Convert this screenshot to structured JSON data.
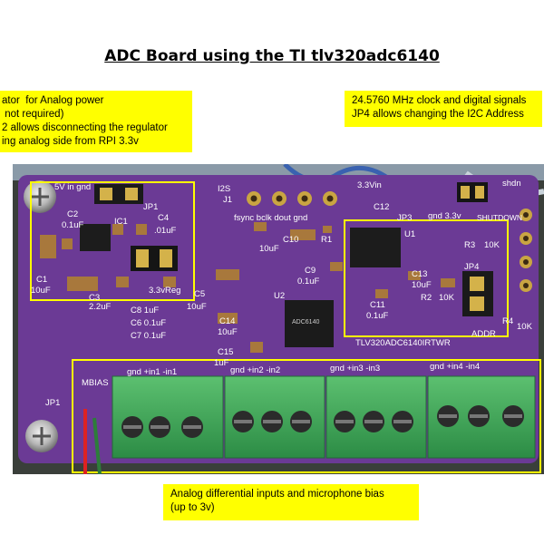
{
  "title": "ADC Board using the TI tlv320adc6140",
  "notes": {
    "left": "ator  for Analog power\n not required)\n2 allows disconnecting the regulator\ning analog side from RPI 3.3v",
    "right": "24.5760 MHz clock and digital signals\nJP4 allows changing the I2C Address",
    "bottom": "Analog differential inputs and microphone bias\n(up to 3v)"
  },
  "pcb": {
    "top_left": "5V  in       gnd",
    "jp1": "JP1",
    "c2": "C2",
    "c2_val": "0.1uF",
    "ic1": "IC1",
    "c4": "C4",
    "c4_val": ".01uF",
    "c1": "C1",
    "c1_val": "10uF",
    "c3": "C3",
    "c3_val": "2.2uF",
    "reg": "3.3vReg",
    "i2s": "I2S",
    "j1": "J1",
    "header_pins": "fsync bclk dout gnd",
    "r1": "R1",
    "c10": "C10",
    "c10_val": "10uF",
    "c9": "C9",
    "c9_val": "0.1uF",
    "c5": "C5",
    "c5_val": "10uF",
    "c8": "C8 1uF",
    "c6": "C6 0.1uF",
    "c7": "C7 0.1uF",
    "u2": "U2",
    "c14": "C14",
    "c14_val": "10uF",
    "c15": "C15",
    "c15_val": "1uF",
    "c12": "C12",
    "v33in": "3.3Vin",
    "jp3": "JP3",
    "gnd_33v": "gnd  3.3v",
    "shutdown": "SHUTDOWN",
    "shdn": "shdn",
    "u1": "U1",
    "r3": "R3",
    "r3_val": "10K",
    "jp4": "JP4",
    "c13": "C13",
    "c13_val": "10uF",
    "r2": "R2",
    "r2_val": "10K",
    "c11": "C11",
    "c11_val": "0.1uF",
    "addr": "ADDR",
    "r4": "R4",
    "r4_val": "10K",
    "part_no": "TLV320ADC6140IRTWR",
    "chip_text": "ADC6140",
    "mbias": "MBIAS",
    "jp1b": "JP1",
    "input_labels": [
      "gnd  +in1  -in1",
      "gnd  +in2  -in2",
      "gnd  +in3  -in3",
      "gnd  +in4  -in4"
    ]
  },
  "colors": {
    "pcb": "#6b3a95",
    "silkscreen": "#ffffff",
    "terminal": "#3aa655",
    "highlight_box": "#ffff00",
    "note_bg": "#ffff00"
  }
}
